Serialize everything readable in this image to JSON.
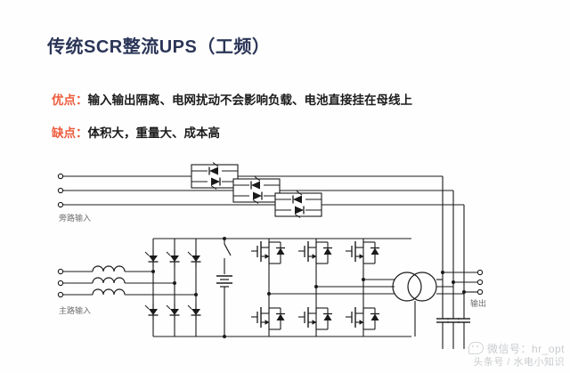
{
  "header": {
    "title": "传统SCR整流UPS（工频）",
    "pros": {
      "label": "优点",
      "colon": "：",
      "text": "输入输出隔离、电网扰动不会影响负载、电池直接挂在母线上"
    },
    "cons": {
      "label": "缺点",
      "colon": "：",
      "text": "体积大，重量大、成本高"
    }
  },
  "diagram": {
    "type": "ups-single-line-schematic",
    "labels": {
      "bypass_input": "旁路输入",
      "main_input": "主路输入",
      "output": "输出"
    },
    "blocks": [
      {
        "name": "bypass-static-switch",
        "symbol": "anti-parallel-scr-pair",
        "count": 3
      },
      {
        "name": "input-inductors",
        "symbol": "inductor-coil",
        "count": 3
      },
      {
        "name": "scr-rectifier-bridge",
        "symbol": "thyristor",
        "count": 6
      },
      {
        "name": "dc-link-battery",
        "symbol": "battery-with-switch",
        "count": 1
      },
      {
        "name": "igbt-inverter-bridge",
        "symbol": "igbt-with-antiparallel-diode",
        "count": 6
      },
      {
        "name": "output-transformer",
        "symbol": "two-winding-transformer",
        "count": 1
      },
      {
        "name": "output-filter-capacitors",
        "symbol": "capacitor",
        "count": 3
      }
    ]
  },
  "colors": {
    "title": "#2b3557",
    "accent": "#ef5a3c",
    "body_text": "#1b1b1b",
    "wire": "#1a1a1a",
    "label_gray": "#6e6e6e",
    "watermark": "#c9cccf",
    "background": "#fefefe"
  },
  "watermark": {
    "line1": "微信号：hr_opt",
    "line2": "头条号 / 水电小知识",
    "logo": "wechat-icon"
  }
}
